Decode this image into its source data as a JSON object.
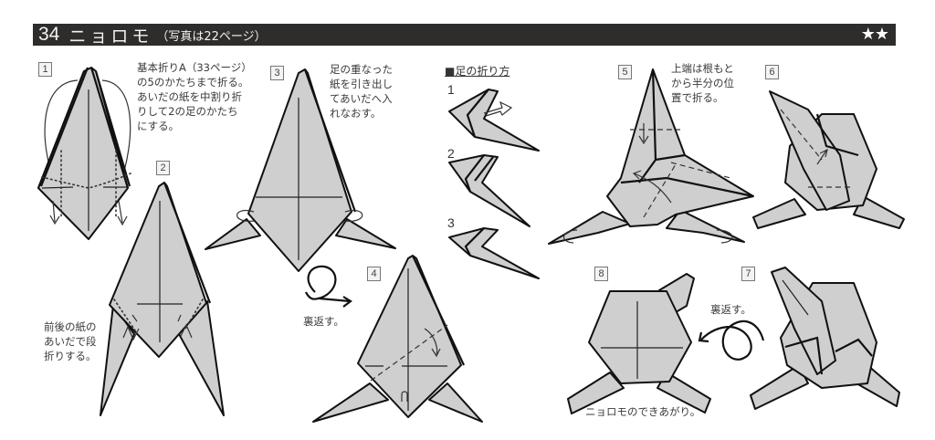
{
  "header": {
    "number": "34",
    "title": "ニョロモ",
    "subtitle": "（写真は22ページ）",
    "difficulty": "★★",
    "bar_color": "#2f2d2c"
  },
  "steps": [
    {
      "num": "1",
      "note": "基本折りA（33ページ）\nの5のかたちまで折る。\nあいだの紙を中割り折\nりして2の足のかたち\nにする。"
    },
    {
      "num": "2",
      "note": "前後の紙の\nあいだで段\n折りする。"
    },
    {
      "num": "3",
      "note": "足の重なった\n紙を引き出し\nてあいだへ入\nれなおす。"
    },
    {
      "num": "4",
      "note": ""
    },
    {
      "num": "5",
      "note": "上端は根もと\nから半分の位\n置で折る。"
    },
    {
      "num": "6",
      "note": ""
    },
    {
      "num": "7",
      "note": ""
    },
    {
      "num": "8",
      "note": "ニョロモのできあがり。"
    }
  ],
  "flip_labels": {
    "between_3_4": "裏返す。",
    "between_7_8": "裏返す。"
  },
  "leg_folding": {
    "heading": "■足の折り方",
    "substeps": [
      "1",
      "2",
      "3"
    ]
  },
  "colors": {
    "paper": "#cfcfcf",
    "line": "#111111",
    "text": "#3a3a3a"
  }
}
